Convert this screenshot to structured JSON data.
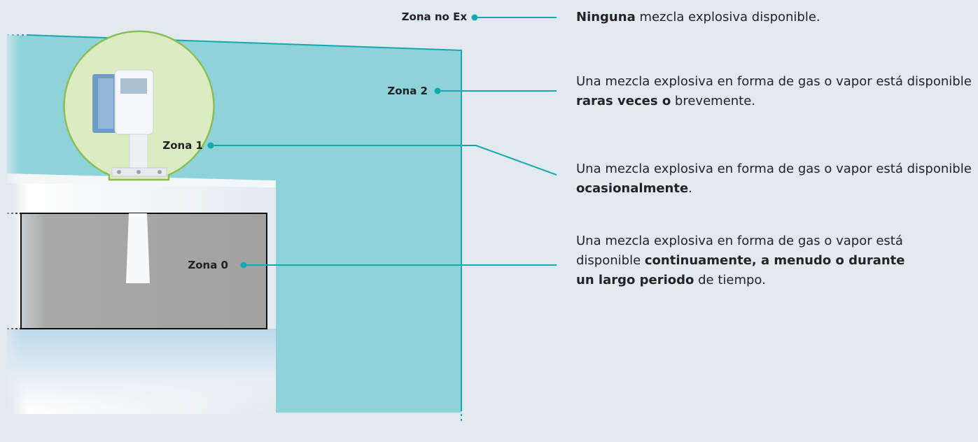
{
  "zones": [
    {
      "id": "no-ex",
      "label": "Zona no Ex",
      "description": [
        {
          "text": "Ninguna",
          "bold": true
        },
        {
          "text": " mezcla explosiva disponible.",
          "bold": false
        }
      ]
    },
    {
      "id": "zona-2",
      "label": "Zona 2",
      "description": [
        {
          "text": "Una mezcla explosiva en forma de gas o vapor está disponible ",
          "bold": false
        },
        {
          "text": "raras veces o",
          "bold": true
        },
        {
          "text": " brevemente.",
          "bold": false
        }
      ]
    },
    {
      "id": "zona-1",
      "label": "Zona 1",
      "description": [
        {
          "text": "Una mezcla explosiva en forma de gas o vapor está disponible ",
          "bold": false
        },
        {
          "text": "ocasionalmente",
          "bold": true
        },
        {
          "text": ".",
          "bold": false
        }
      ]
    },
    {
      "id": "zona-0",
      "label": "Zona 0",
      "description": [
        {
          "text": "Una mezcla explosiva en forma de gas o vapor está disponible ",
          "bold": false
        },
        {
          "text": "continuamente, a menudo o durante un largo periodo",
          "bold": true
        },
        {
          "text": " de tiempo.",
          "bold": false
        }
      ]
    }
  ],
  "colors": {
    "background": "#e2eaf0",
    "zone2_fill": "#8dd3d9",
    "leader_line": "#17a7ae",
    "zone1_fill": "#dcecc2",
    "zone1_border": "#8bbd55",
    "zone0_fill": "#a6a6a6",
    "tank": "#f1f4f6"
  }
}
